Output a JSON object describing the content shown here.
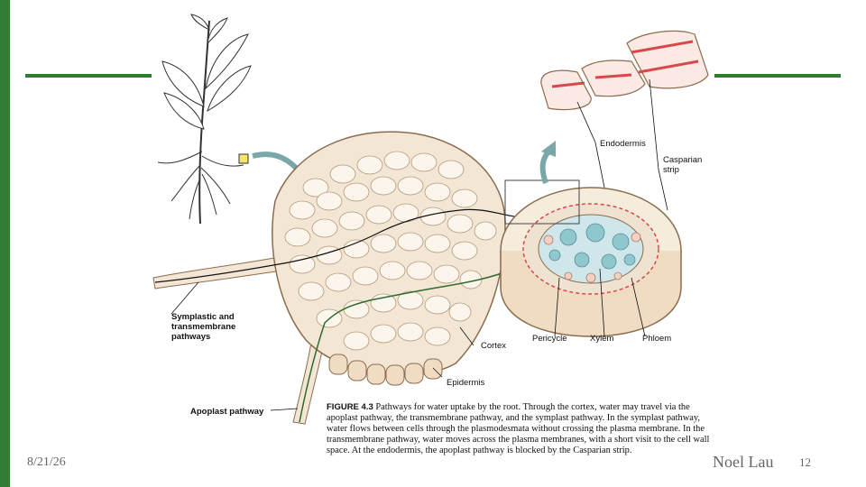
{
  "theme": {
    "accent": "#2e7d32",
    "root_tissue": "#f4e6d4",
    "xylem": "#8fc7cf",
    "casparian": "#d94848"
  },
  "labels": {
    "endodermis": "Endodermis",
    "casparian": "Casparian strip",
    "symplastic": "Symplastic and transmembrane pathways",
    "cortex": "Cortex",
    "epidermis": "Epidermis",
    "pericycle": "Pericycle",
    "xylem": "Xylem",
    "phloem": "Phloem",
    "apoplast": "Apoplast pathway"
  },
  "caption": {
    "figure_number": "FIGURE 4.3",
    "text": "Pathways for water uptake by the root. Through the cortex, water may travel via the apoplast pathway, the transmembrane pathway, and the symplast pathway. In the symplast pathway, water flows between cells through the plasmodesmata without crossing the plasma membrane. In the transmembrane pathway, water moves across the plasma membranes, with a short visit to the cell wall space. At the endodermis, the apoplast pathway is blocked by the Casparian strip."
  },
  "footer": {
    "date": "8/21/26",
    "author": "Noel Lau",
    "page": "12"
  },
  "icons": [
    "plant-icon",
    "arrow-icon"
  ]
}
